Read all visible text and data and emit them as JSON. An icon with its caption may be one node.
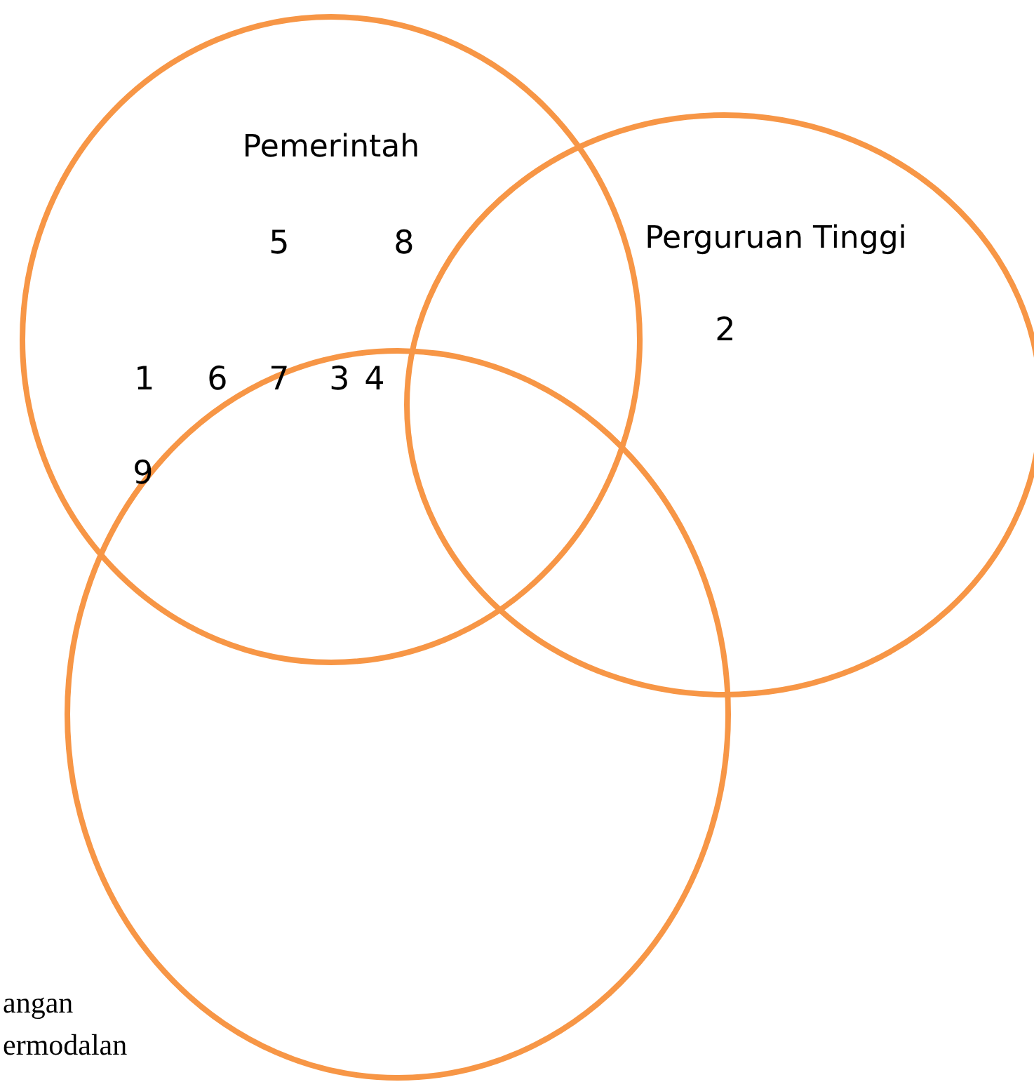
{
  "diagram": {
    "nodes": [
      {
        "text": [
          "Pemerintah"
        ]
      },
      {
        "text": [
          "Perguruan Tinggi"
        ]
      },
      {
        "text": [],
        "shape": "circle"
      }
    ],
    "labels": [
      "5",
      "8",
      "2",
      "1",
      "6",
      "7",
      "3",
      "4",
      "9",
      "angan",
      "ermodalan"
    ]
  }
}
